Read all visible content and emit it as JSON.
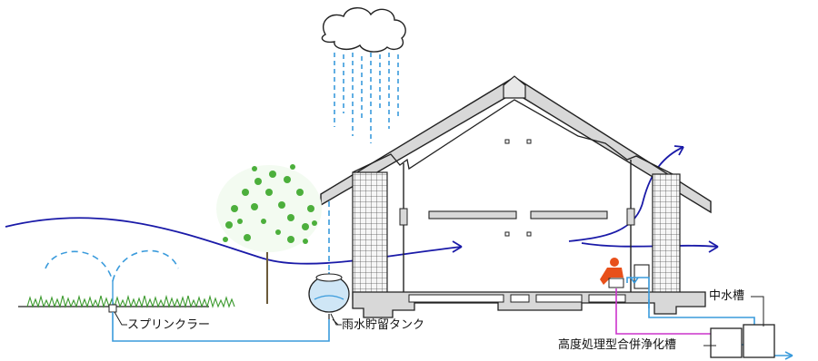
{
  "labels": {
    "sprinkler": "スプリンクラー",
    "rain_tank": "雨水貯留タンク",
    "greywater_tank": "中水槽",
    "septic_tank": "高度処理型合併浄化槽"
  },
  "colors": {
    "rain": "#3a9bdc",
    "wind": "#1a1aa8",
    "water_pipe": "#3a9bdc",
    "waste_pipe": "#cc33cc",
    "tree_leaf": "#4caf3c",
    "grass": "#3c9a2e",
    "fire": "#e8501a",
    "structure": "#222222",
    "wall_fill": "#d8d8d8"
  },
  "icons": [
    "cloud-icon",
    "tree-icon",
    "person-icon",
    "grass-icon"
  ]
}
